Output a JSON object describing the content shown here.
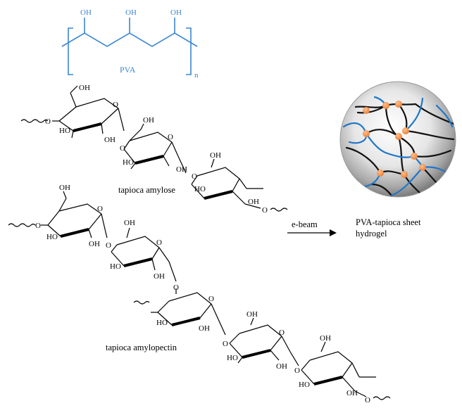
{
  "pva": {
    "oh1": "OH",
    "oh2": "OH",
    "oh3": "OH",
    "name": "PVA",
    "subscript": "n",
    "color": "#3a86d0"
  },
  "amylose": {
    "label": "tapioca amylose",
    "groups": [
      "O",
      "OH",
      "HO",
      "OH",
      "O",
      "O",
      "OH",
      "HO",
      "OH",
      "O",
      "O",
      "OH",
      "HO",
      "OH",
      "O"
    ]
  },
  "amylopectin": {
    "label": "tapioca amylopectin",
    "groups": [
      "O",
      "OH",
      "HO",
      "OH",
      "O",
      "O",
      "OH",
      "HO",
      "OH",
      "O",
      "O",
      "HO",
      "OH",
      "O",
      "O",
      "OH",
      "HO",
      "OH",
      "O",
      "O",
      "OH",
      "HO",
      "OH",
      "O"
    ]
  },
  "reaction": {
    "arrow_label": "e-beam",
    "product_line1": "PVA-tapioca sheet",
    "product_line2": "hydrogel",
    "crosslink_color": "#f0904a",
    "pva_chain_color": "#1f77c8",
    "tapioca_chain_color": "#111111"
  }
}
